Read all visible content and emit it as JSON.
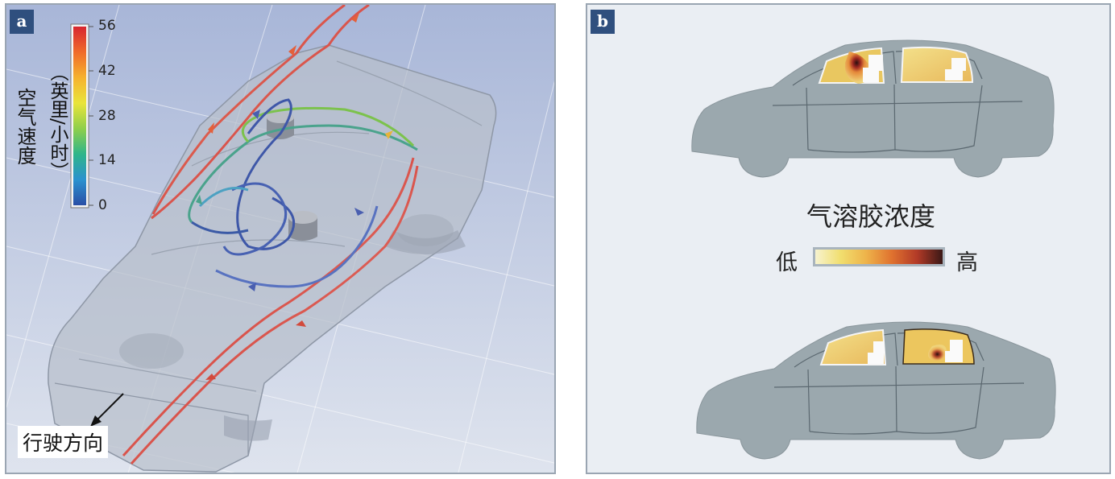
{
  "panel_a": {
    "label": "a",
    "colorbar": {
      "quantity_label": "空气速度",
      "unit_label": "（英里/小时）",
      "ticks": [
        "56",
        "42",
        "28",
        "14",
        "0"
      ],
      "gradient_colors": [
        "#d7262f",
        "#f06b2a",
        "#f6b22e",
        "#e9e43a",
        "#8fcf4a",
        "#2fb58a",
        "#2b92cf",
        "#2a4fa6"
      ]
    },
    "direction_label": "行驶方向"
  },
  "panel_b": {
    "label": "b",
    "title": "气溶胶浓度",
    "low_label": "低",
    "high_label": "高",
    "gradient_colors": [
      "#f7f3cf",
      "#f1de6e",
      "#eeb34a",
      "#e0722f",
      "#b23a27",
      "#3a1816"
    ]
  },
  "colors": {
    "panel_a_background": "#c4cde2",
    "panel_b_background": "#eaeef3",
    "car_body": "#9ba8ae",
    "streamline_outer": "#e0706a",
    "streamline_inner": "#4a5fb0"
  }
}
